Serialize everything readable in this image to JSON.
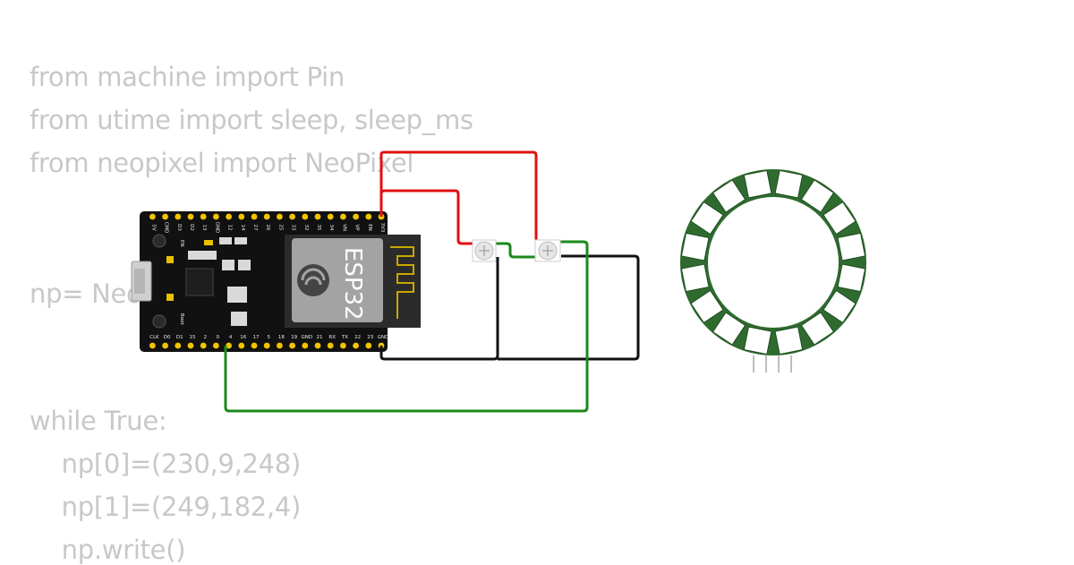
{
  "code": {
    "lines": [
      "from machine import Pin",
      "from utime import sleep, sleep_ms",
      "from neopixel import NeoPixel",
      "np= NeoPixel(Pin(4), 16)",
      "while True:",
      "    np[0]=(230,9,248)",
      "    np[1]=(249,182,4)",
      "    np.write()"
    ]
  },
  "board": {
    "chip_label": "ESP32",
    "top_pins": [
      "3V3",
      "EN",
      "VP",
      "VN",
      "34",
      "35",
      "32",
      "33",
      "25",
      "26",
      "27",
      "14",
      "12",
      "GND",
      "13",
      "D2",
      "D3",
      "CMD",
      "5V"
    ],
    "bottom_pins": [
      "GND",
      "23",
      "22",
      "TX",
      "RX",
      "21",
      "GND",
      "19",
      "18",
      "5",
      "17",
      "16",
      "4",
      "0",
      "2",
      "15",
      "D1",
      "D0",
      "CLK"
    ],
    "small_labels": {
      "en": "EN",
      "boot": "Boot"
    }
  },
  "wires": {
    "power": "#e01010",
    "ground": "#111111",
    "data": "#1a8a1a"
  },
  "ring": {
    "pixel_count": 16,
    "pcb_color": "#2f6b2f"
  }
}
